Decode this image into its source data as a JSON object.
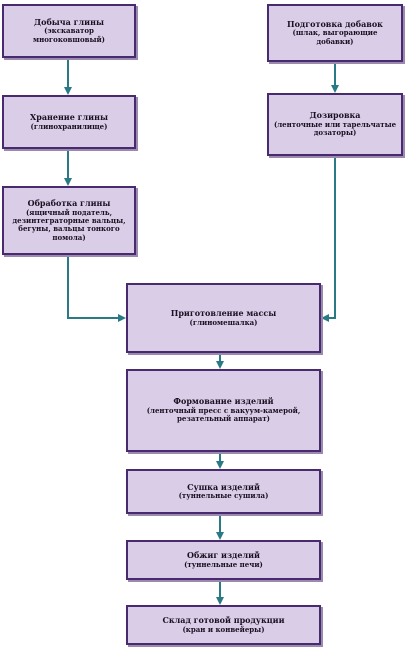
{
  "diagram": {
    "nodes": {
      "extraction": {
        "title": "Добыча глины",
        "sub": "(экскаватор многоковшовый)"
      },
      "storage": {
        "title": "Хранение глины",
        "sub": "(глинохранилище)"
      },
      "processing": {
        "title": "Обработка глины",
        "sub": "(ящичный податель, дезинтеграторные вальцы, бегуны, вальцы тонкого помола)"
      },
      "additives": {
        "title": "Подготовка добавок",
        "sub": "(шлак, выгорающие добавки)"
      },
      "dosing": {
        "title": "Дозировка",
        "sub": "(ленточные или тарельчатые дозаторы)"
      },
      "mixing": {
        "title": "Приготовление массы",
        "sub": "(глиномешалка)"
      },
      "forming": {
        "title": "Формование изделий",
        "sub": "(ленточный пресс с вакуум-камерой, резательный аппарат)"
      },
      "drying": {
        "title": "Сушка изделий",
        "sub": "(туннельные сушила)"
      },
      "firing": {
        "title": "Обжиг изделий",
        "sub": "(туннельные печи)"
      },
      "warehouse": {
        "title": "Склад готовой продукции",
        "sub": "(кран и конвейеры)"
      }
    },
    "colors": {
      "node_fill": "#d9cde8",
      "node_border": "#4a2a6e",
      "arrow": "#2a7a86"
    }
  }
}
